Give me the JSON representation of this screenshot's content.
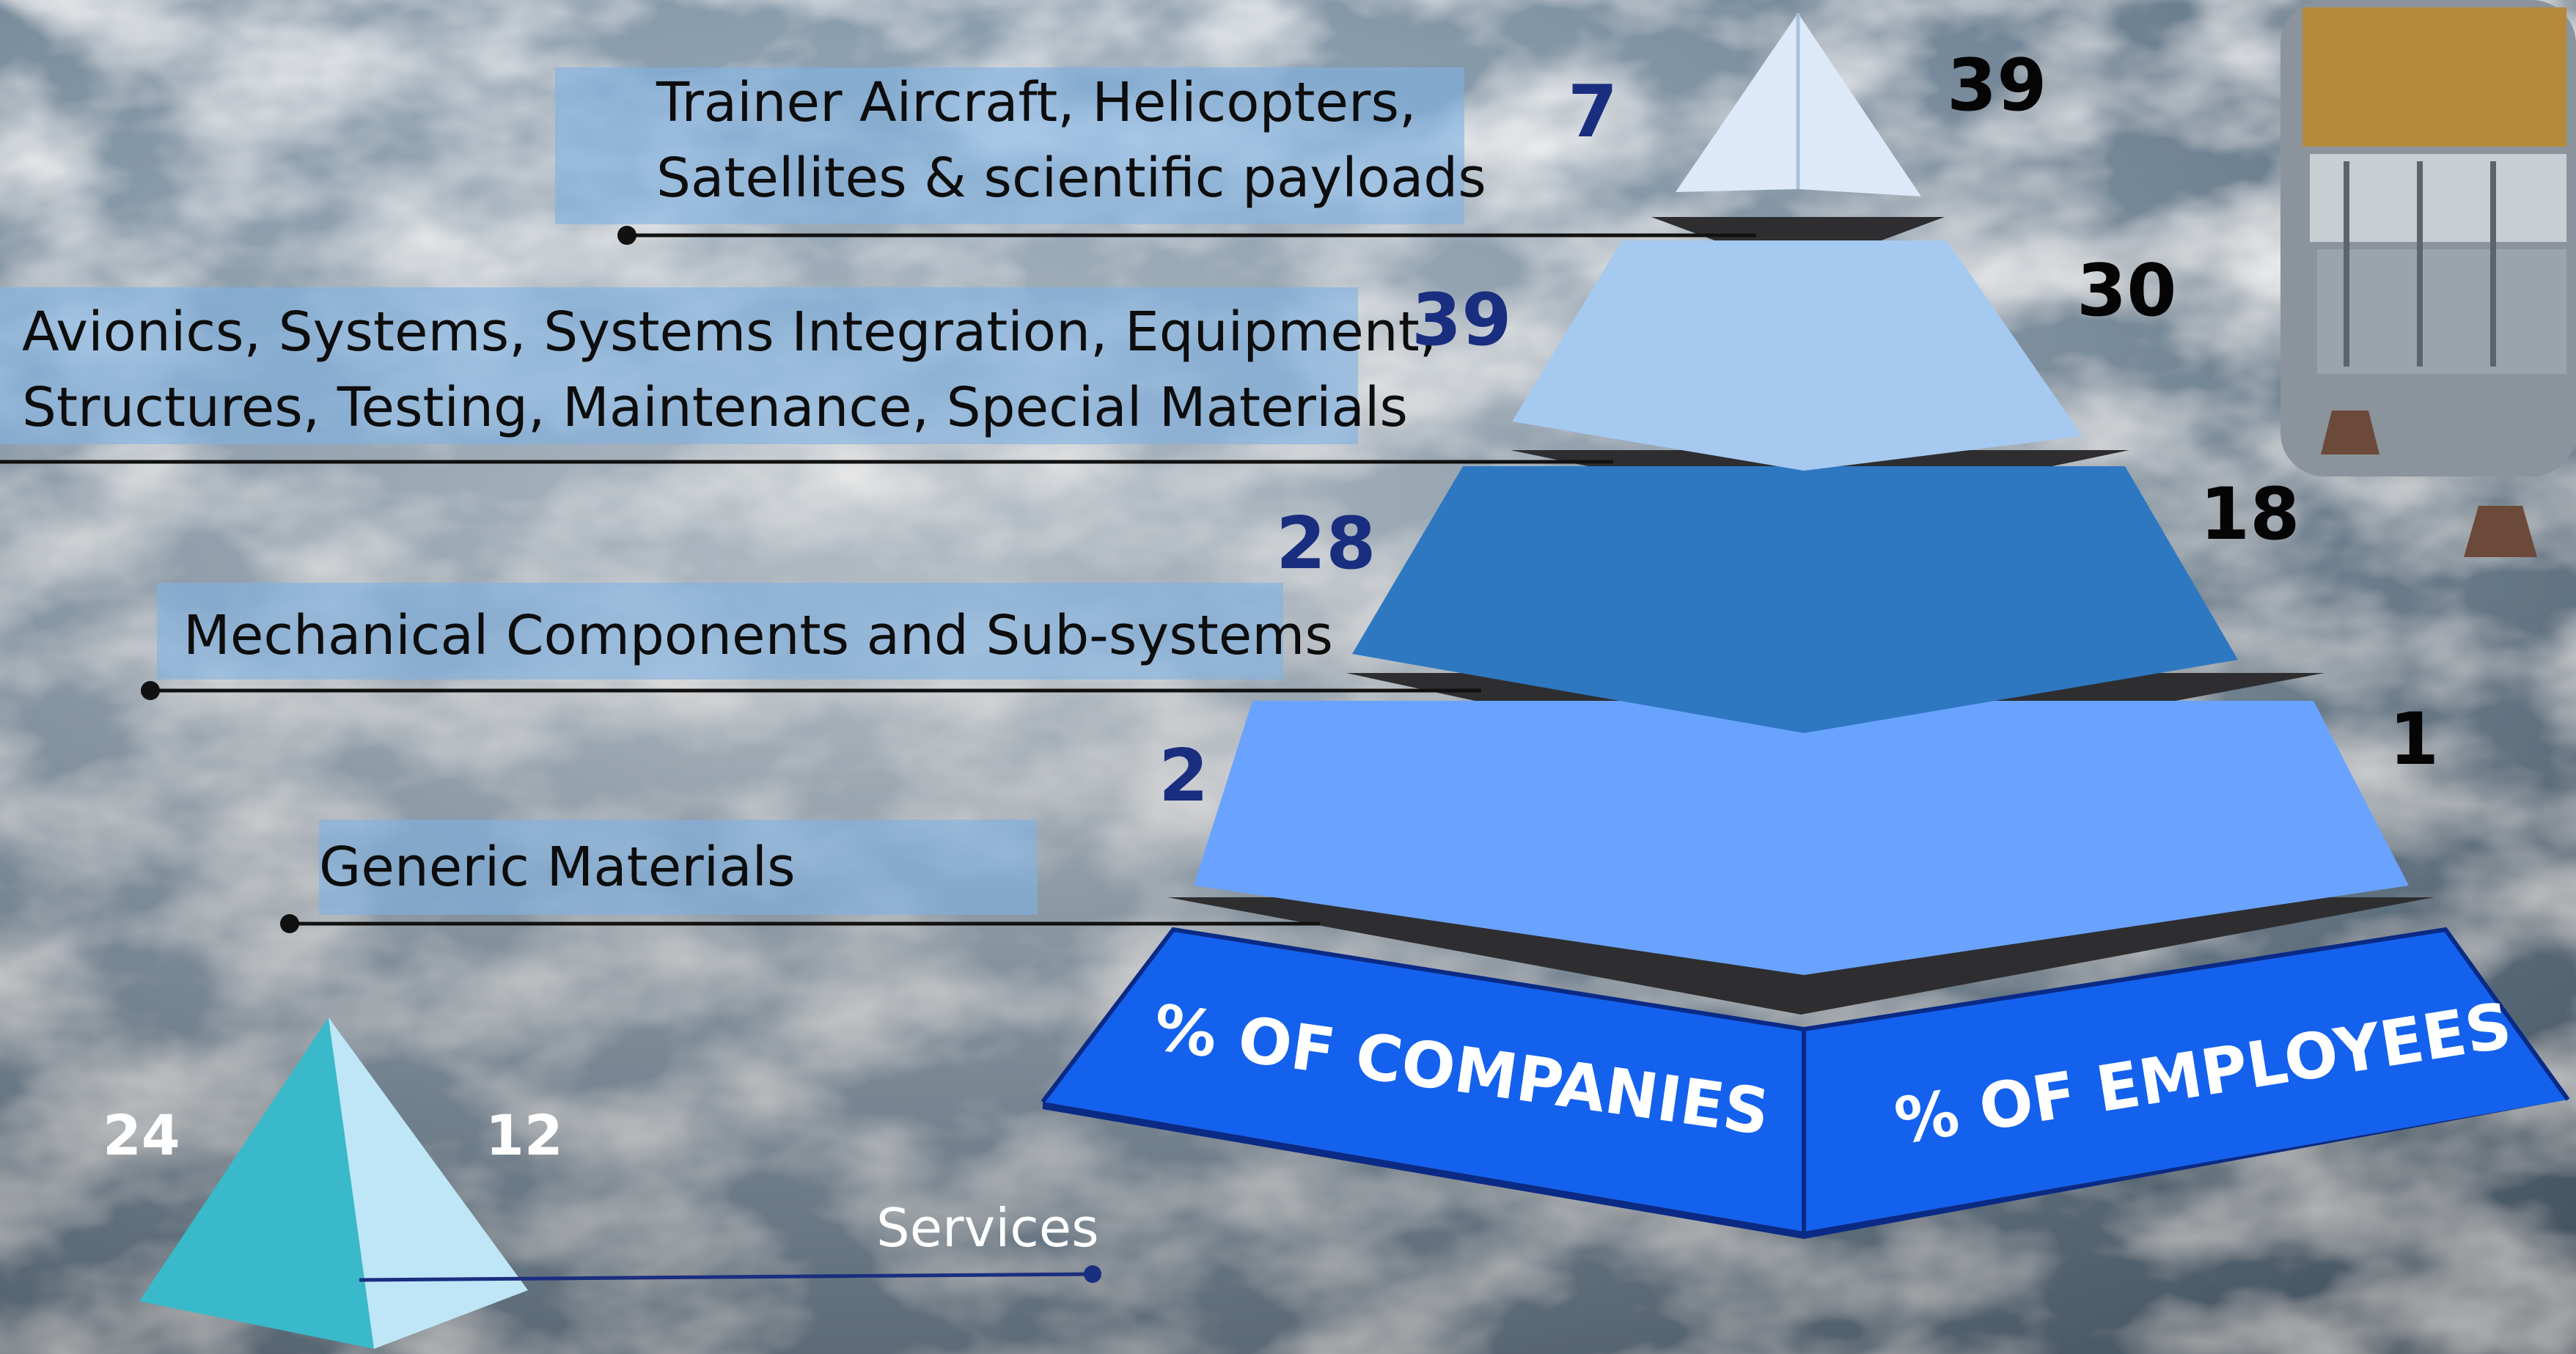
{
  "tiers": [
    {
      "label_lines": [
        "Trainer Aircraft, Helicopters,",
        "Satellites & scientific payloads"
      ],
      "companies_pct": "7",
      "employees_pct": "39"
    },
    {
      "label_lines": [
        "Avionics, Systems, Systems Integration, Equipment,",
        "Structures, Testing, Maintenance, Special Materials"
      ],
      "companies_pct": "39",
      "employees_pct": "30"
    },
    {
      "label_lines": [
        "Mechanical Components and Sub-systems"
      ],
      "companies_pct": "28",
      "employees_pct": "18"
    },
    {
      "label_lines": [
        "Generic Materials"
      ],
      "companies_pct": "2",
      "employees_pct": "1"
    }
  ],
  "base": {
    "left": "% OF COMPANIES",
    "right": "% OF EMPLOYEES"
  },
  "services": {
    "label": "Services",
    "companies_pct": "24",
    "employees_pct": "12"
  },
  "colors": {
    "tier1": "#dde9f8",
    "tier2": "#a6c9ef",
    "tier3": "#2e78c2",
    "tier4": "#6aa3ff",
    "base": "#1461ee",
    "label_box": "#7fb2e2",
    "services_left": "#39b9c9",
    "services_right": "#bfe6f7"
  }
}
